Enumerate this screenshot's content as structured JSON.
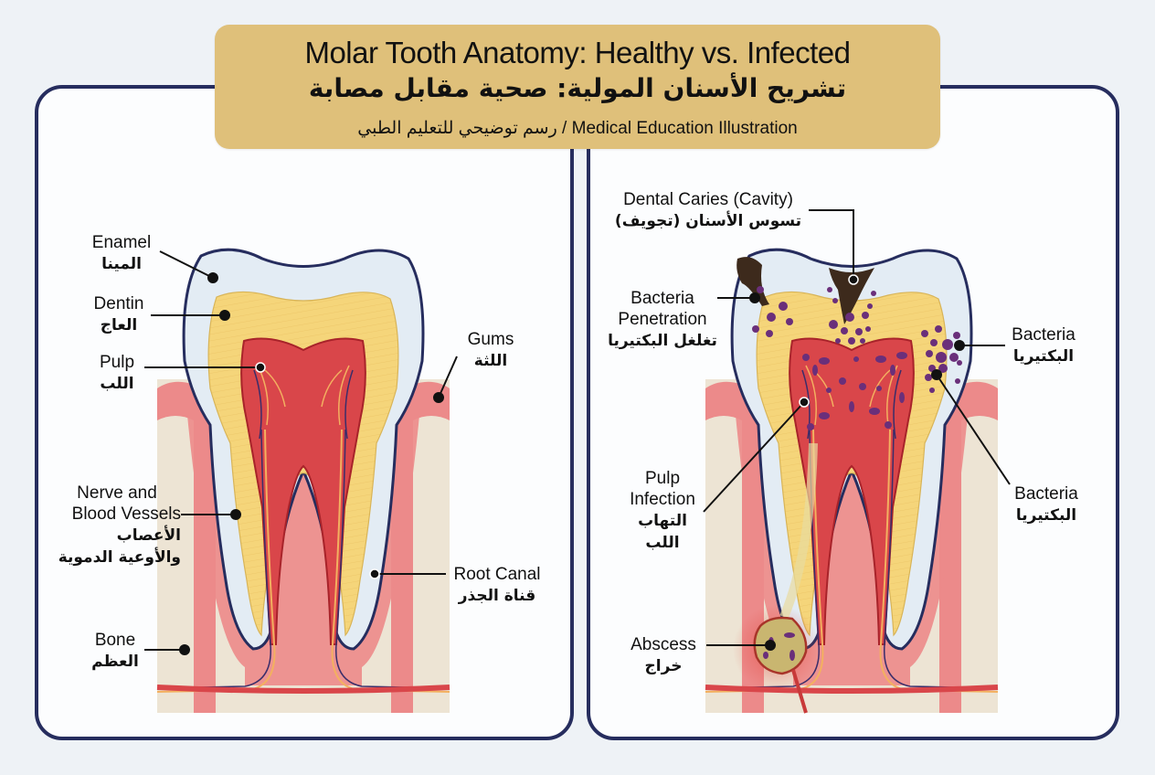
{
  "header": {
    "title_en": "Molar Tooth Anatomy: Healthy vs. Infected",
    "title_ar": "تشريح الأسنان المولية: صحية مقابل مصابة",
    "subtitle": "رسم توضيحي للتعليم الطبي / Medical Education Illustration"
  },
  "colors": {
    "background": "#eef2f6",
    "panel_border": "#262d5e",
    "title_box": "#dfc07a",
    "enamel": "#e3ecf4",
    "dentin": "#f5d57a",
    "pulp": "#d9464a",
    "gums": "#ec8a8a",
    "bone": "#ede4d4",
    "bacteria": "#6a2f7a",
    "caries": "#3d2a1c",
    "abscess": "#c9b670"
  },
  "panels": {
    "healthy": {
      "labels": [
        {
          "en": "Enamel",
          "ar": "المينا"
        },
        {
          "en": "Dentin",
          "ar": "العاج"
        },
        {
          "en": "Pulp",
          "ar": "اللب"
        },
        {
          "en": "Gums",
          "ar": "اللثة"
        },
        {
          "en_line1": "Nerve and",
          "en_line2": "Blood Vessels",
          "ar_line1": "الأعصاب",
          "ar_line2": "والأوعية الدموية"
        },
        {
          "en": "Root Canal",
          "ar": "قناة الجذر"
        },
        {
          "en": "Bone",
          "ar": "العظم"
        }
      ]
    },
    "infected": {
      "labels": [
        {
          "en": "Dental Caries (Cavity)",
          "ar": "تسوس الأسنان (تجويف)"
        },
        {
          "en_line1": "Bacteria",
          "en_line2": "Penetration",
          "ar": "تغلغل البكتيريا"
        },
        {
          "en": "Bacteria",
          "ar": "البكتيريا"
        },
        {
          "en_line1": "Pulp",
          "en_line2": "Infection",
          "ar": "التهاب اللب"
        },
        {
          "en": "Bacteria",
          "ar": "البكتيريا"
        },
        {
          "en": "Abscess",
          "ar": "خراج"
        }
      ]
    }
  }
}
